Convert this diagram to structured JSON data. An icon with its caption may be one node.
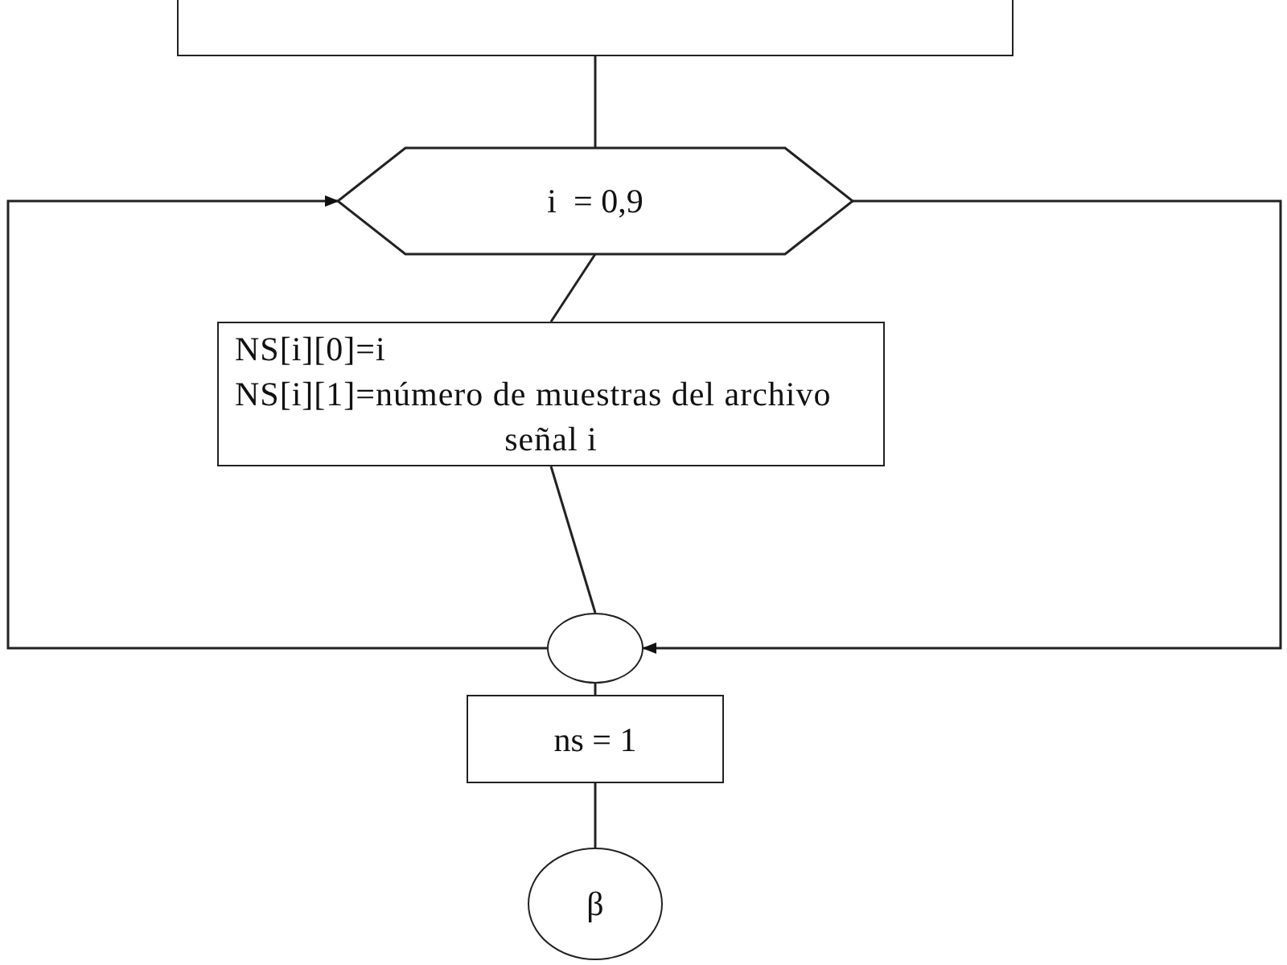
{
  "diagram": {
    "nodes": [
      {
        "text": [],
        "shape": "box"
      },
      {
        "text": [
          "i  = 0,9"
        ]
      },
      {
        "text": [
          "NS[i][0]=i",
          "NS[i][1]=número de muestras del archivo señal i"
        ]
      },
      {
        "text": [],
        "shape": "circle"
      },
      {
        "text": [
          "ns = 1"
        ]
      },
      {
        "text": [
          "β"
        ]
      }
    ],
    "edges": [
      {
        "from": 0,
        "to": 1,
        "arrow": "none"
      },
      {
        "from": 1,
        "to": 2,
        "arrow": "none"
      },
      {
        "from": 2,
        "to": 3,
        "arrow": "none"
      },
      {
        "from": 3,
        "to": 1,
        "arrow": "to"
      },
      {
        "from": 1,
        "to": 3,
        "arrow": "to"
      },
      {
        "from": 3,
        "to": 4,
        "arrow": "none"
      },
      {
        "from": 4,
        "to": 5,
        "arrow": "none"
      }
    ]
  }
}
